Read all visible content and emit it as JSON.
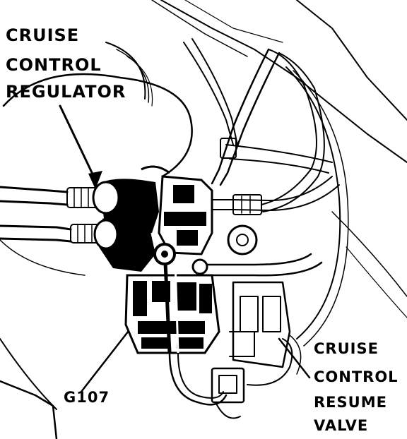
{
  "labels": {
    "regulator": [
      "CRUISE",
      "CONTROL",
      "REGULATOR"
    ],
    "ground": "G107",
    "resume_valve": [
      "CRUISE",
      "CONTROL",
      "RESUME",
      "VALVE"
    ]
  },
  "colors": {
    "ink": "#000000",
    "paper": "#ffffff"
  }
}
